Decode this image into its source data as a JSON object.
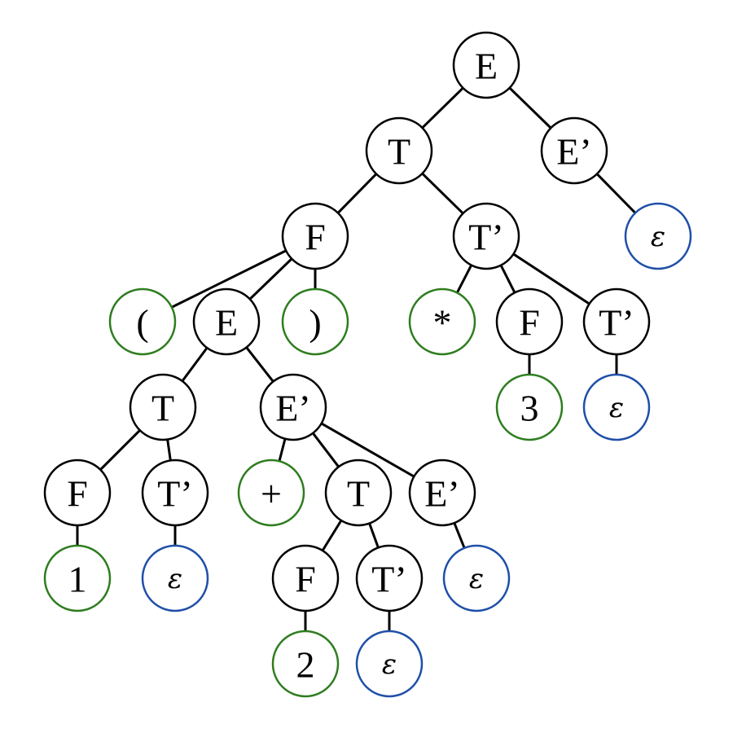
{
  "colors": {
    "nonterminal": "#000000",
    "terminal": "#2e7d1f",
    "epsilon": "#1f4fa8"
  },
  "nodes": [
    {
      "id": "n1",
      "label": "E",
      "kind": "nonterminal"
    },
    {
      "id": "n2",
      "label": "T",
      "kind": "nonterminal"
    },
    {
      "id": "n3",
      "label": "E’",
      "kind": "nonterminal"
    },
    {
      "id": "n4",
      "label": "F",
      "kind": "nonterminal"
    },
    {
      "id": "n5",
      "label": "T’",
      "kind": "nonterminal"
    },
    {
      "id": "n6",
      "label": "ε",
      "kind": "epsilon"
    },
    {
      "id": "n7",
      "label": "(",
      "kind": "terminal"
    },
    {
      "id": "n8",
      "label": "E",
      "kind": "nonterminal"
    },
    {
      "id": "n9",
      "label": ")",
      "kind": "terminal"
    },
    {
      "id": "n10",
      "label": "*",
      "kind": "terminal"
    },
    {
      "id": "n11",
      "label": "F",
      "kind": "nonterminal"
    },
    {
      "id": "n12",
      "label": "T’",
      "kind": "nonterminal"
    },
    {
      "id": "n13",
      "label": "T",
      "kind": "nonterminal"
    },
    {
      "id": "n14",
      "label": "E’",
      "kind": "nonterminal"
    },
    {
      "id": "n15",
      "label": "3",
      "kind": "terminal"
    },
    {
      "id": "n16",
      "label": "ε",
      "kind": "epsilon"
    },
    {
      "id": "n17",
      "label": "F",
      "kind": "nonterminal"
    },
    {
      "id": "n18",
      "label": "T’",
      "kind": "nonterminal"
    },
    {
      "id": "n19",
      "label": "+",
      "kind": "terminal"
    },
    {
      "id": "n20",
      "label": "T",
      "kind": "nonterminal"
    },
    {
      "id": "n21",
      "label": "E’",
      "kind": "nonterminal"
    },
    {
      "id": "n22",
      "label": "1",
      "kind": "terminal"
    },
    {
      "id": "n23",
      "label": "ε",
      "kind": "epsilon"
    },
    {
      "id": "n24",
      "label": "F",
      "kind": "nonterminal"
    },
    {
      "id": "n25",
      "label": "T’",
      "kind": "nonterminal"
    },
    {
      "id": "n26",
      "label": "ε",
      "kind": "epsilon"
    },
    {
      "id": "n27",
      "label": "2",
      "kind": "terminal"
    },
    {
      "id": "n28",
      "label": "ε",
      "kind": "epsilon"
    }
  ],
  "edges": [
    [
      "n1",
      "n2"
    ],
    [
      "n1",
      "n3"
    ],
    [
      "n2",
      "n4"
    ],
    [
      "n2",
      "n5"
    ],
    [
      "n3",
      "n6"
    ],
    [
      "n4",
      "n7"
    ],
    [
      "n4",
      "n8"
    ],
    [
      "n4",
      "n9"
    ],
    [
      "n5",
      "n10"
    ],
    [
      "n5",
      "n11"
    ],
    [
      "n5",
      "n12"
    ],
    [
      "n8",
      "n13"
    ],
    [
      "n8",
      "n14"
    ],
    [
      "n11",
      "n15"
    ],
    [
      "n12",
      "n16"
    ],
    [
      "n13",
      "n17"
    ],
    [
      "n13",
      "n18"
    ],
    [
      "n14",
      "n19"
    ],
    [
      "n14",
      "n20"
    ],
    [
      "n14",
      "n21"
    ],
    [
      "n17",
      "n22"
    ],
    [
      "n18",
      "n23"
    ],
    [
      "n20",
      "n24"
    ],
    [
      "n20",
      "n25"
    ],
    [
      "n21",
      "n26"
    ],
    [
      "n24",
      "n27"
    ],
    [
      "n25",
      "n28"
    ]
  ]
}
